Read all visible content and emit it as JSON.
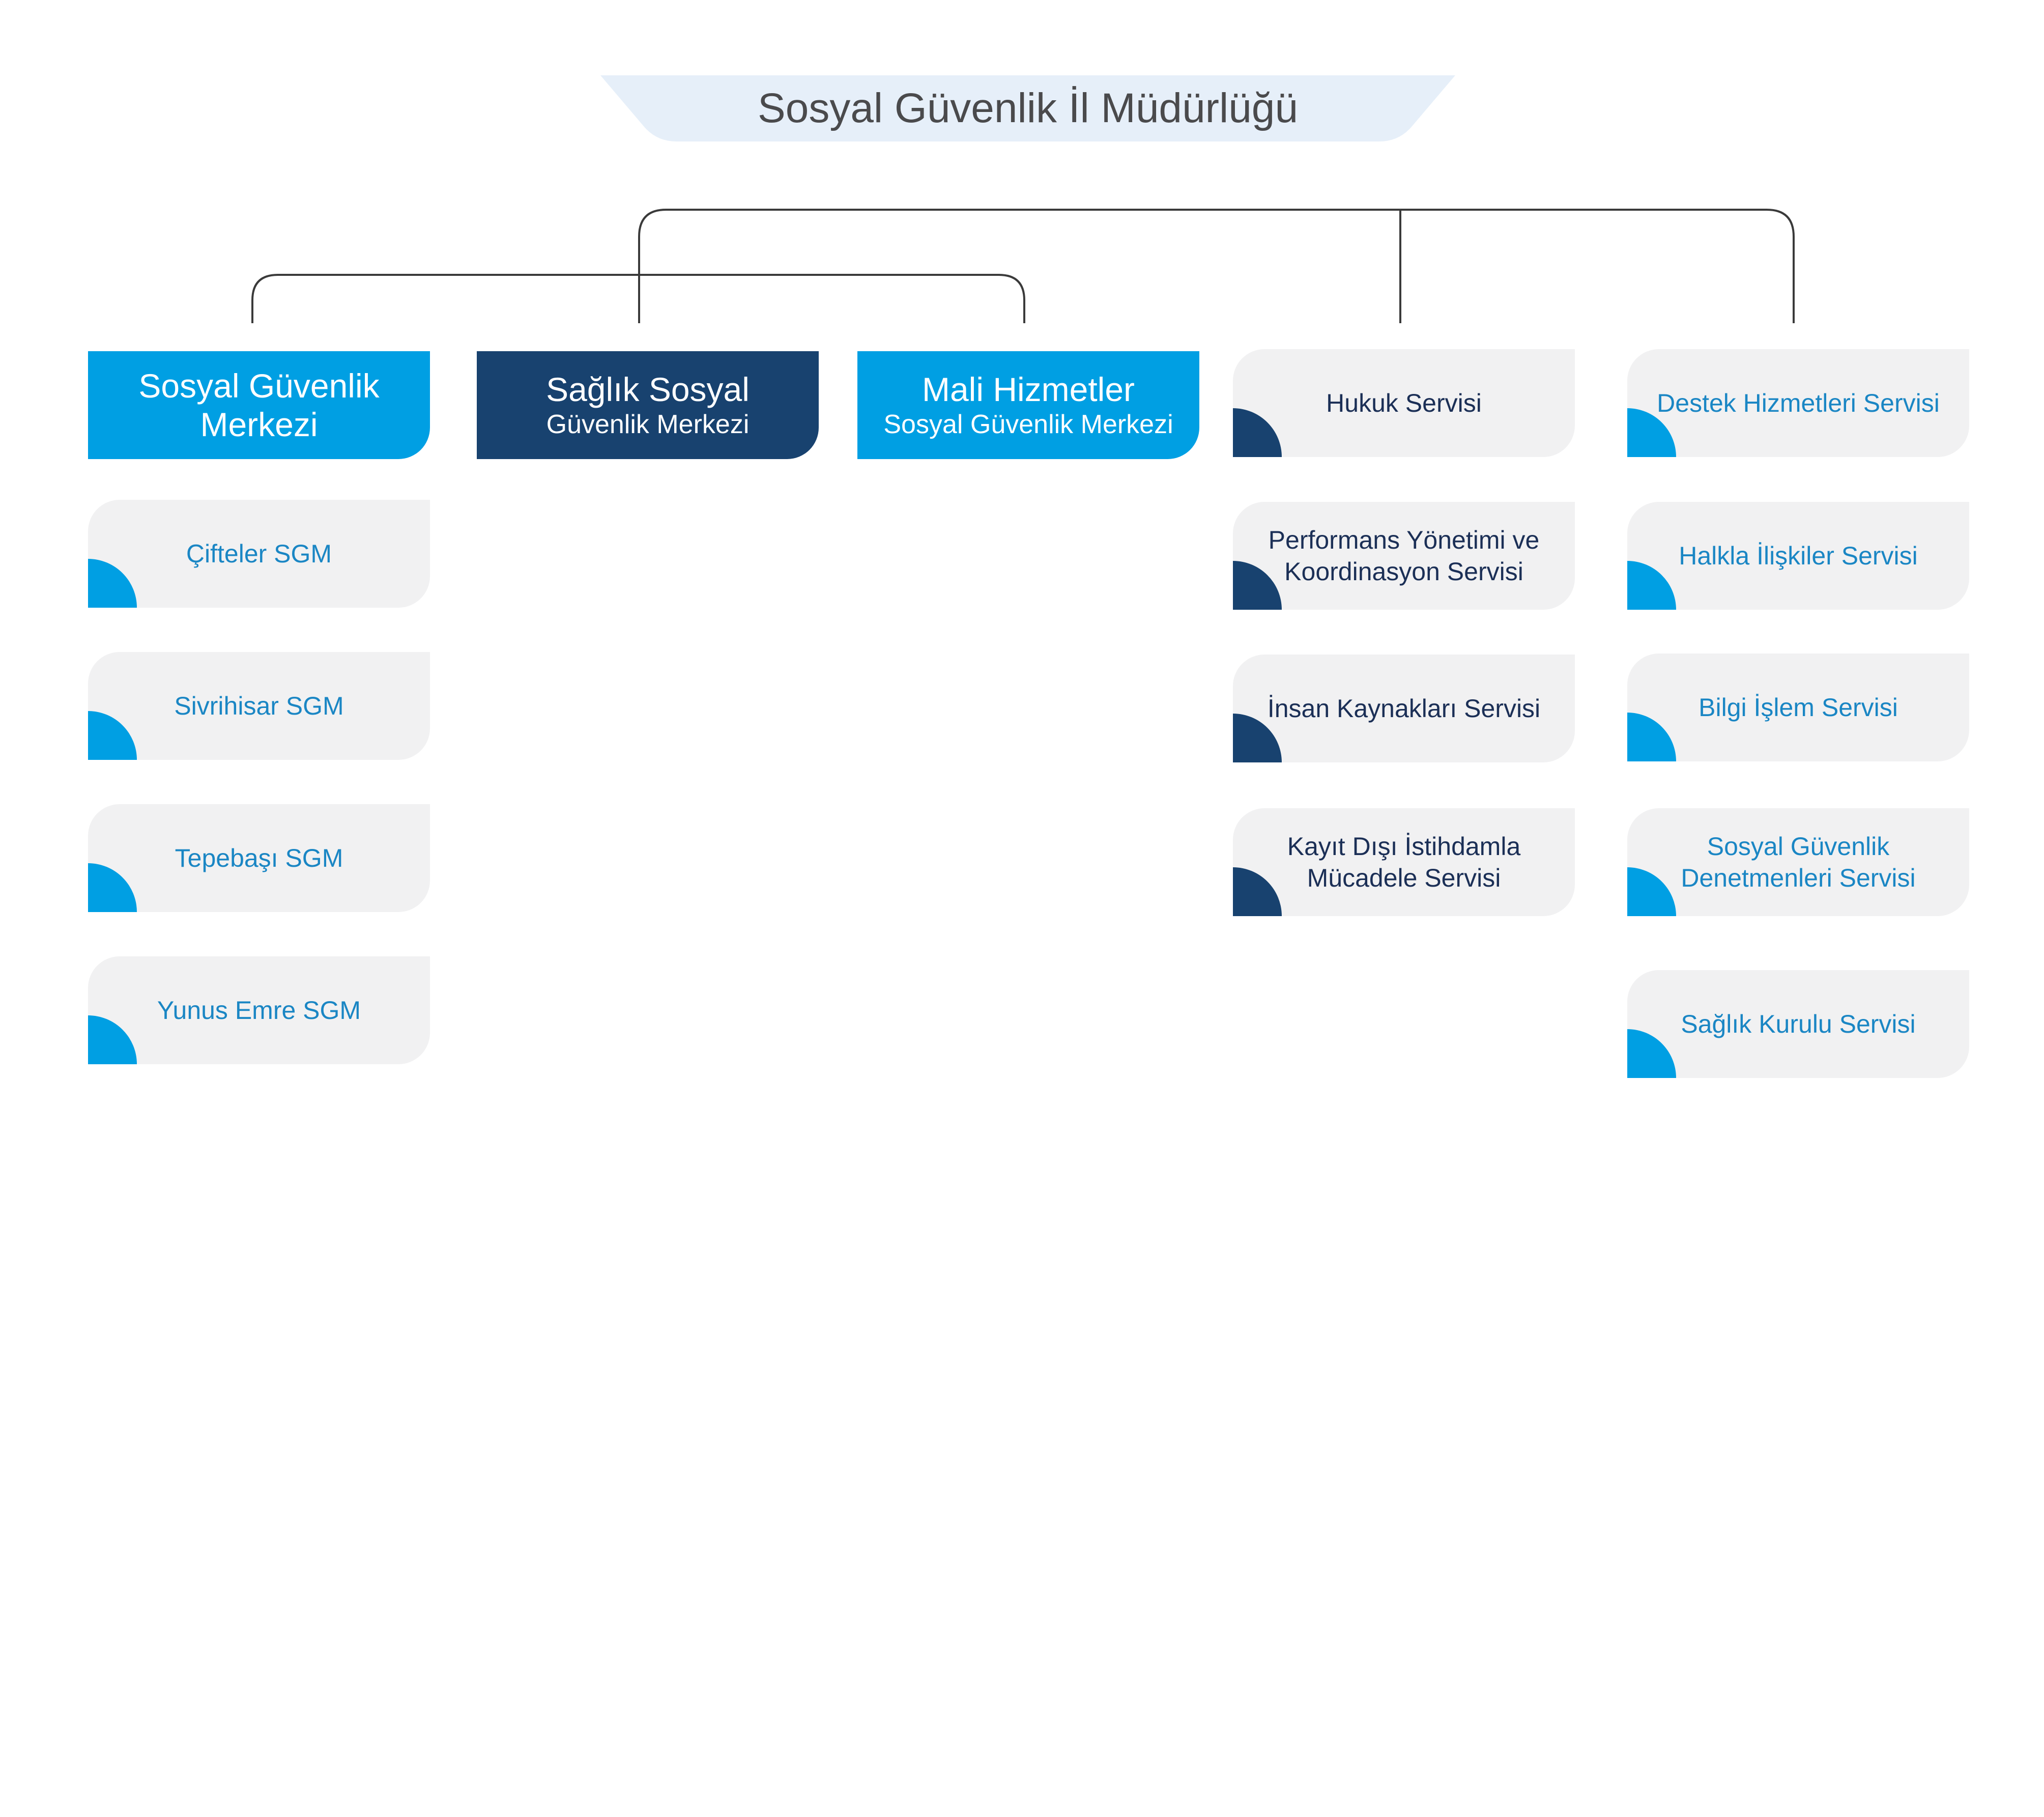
{
  "title": "Sosyal Güvenlik İl Müdürlüğü",
  "colors": {
    "light_blue": "#009fe3",
    "dark_blue": "#18426f",
    "card_bg": "#f1f1f2",
    "banner_bg": "#e6eff9",
    "connector": "#3a3a3a"
  },
  "departments": [
    {
      "line1": "Sosyal Güvenlik",
      "line2": "Merkezi",
      "style": "light"
    },
    {
      "line1": "Sağlık Sosyal",
      "line2": "Güvenlik Merkezi",
      "style": "dark"
    },
    {
      "line1": "Mali Hizmetler",
      "line2": "Sosyal Güvenlik Merkezi",
      "style": "light"
    }
  ],
  "sgm_centers": [
    "Çifteler SGM",
    "Sivrihisar SGM",
    "Tepebaşı SGM",
    "Yunus Emre SGM"
  ],
  "services_column_a": [
    "Hukuk Servisi",
    "Performans Yönetimi ve Koordinasyon Servisi",
    "İnsan Kaynakları Servisi",
    "Kayıt Dışı İstihdamla Mücadele Servisi"
  ],
  "services_column_b": [
    "Destek Hizmetleri Servisi",
    "Halkla İlişkiler Servisi",
    "Bilgi İşlem Servisi",
    "Sosyal Güvenlik Denetmenleri Servisi",
    "Sağlık Kurulu Servisi"
  ]
}
